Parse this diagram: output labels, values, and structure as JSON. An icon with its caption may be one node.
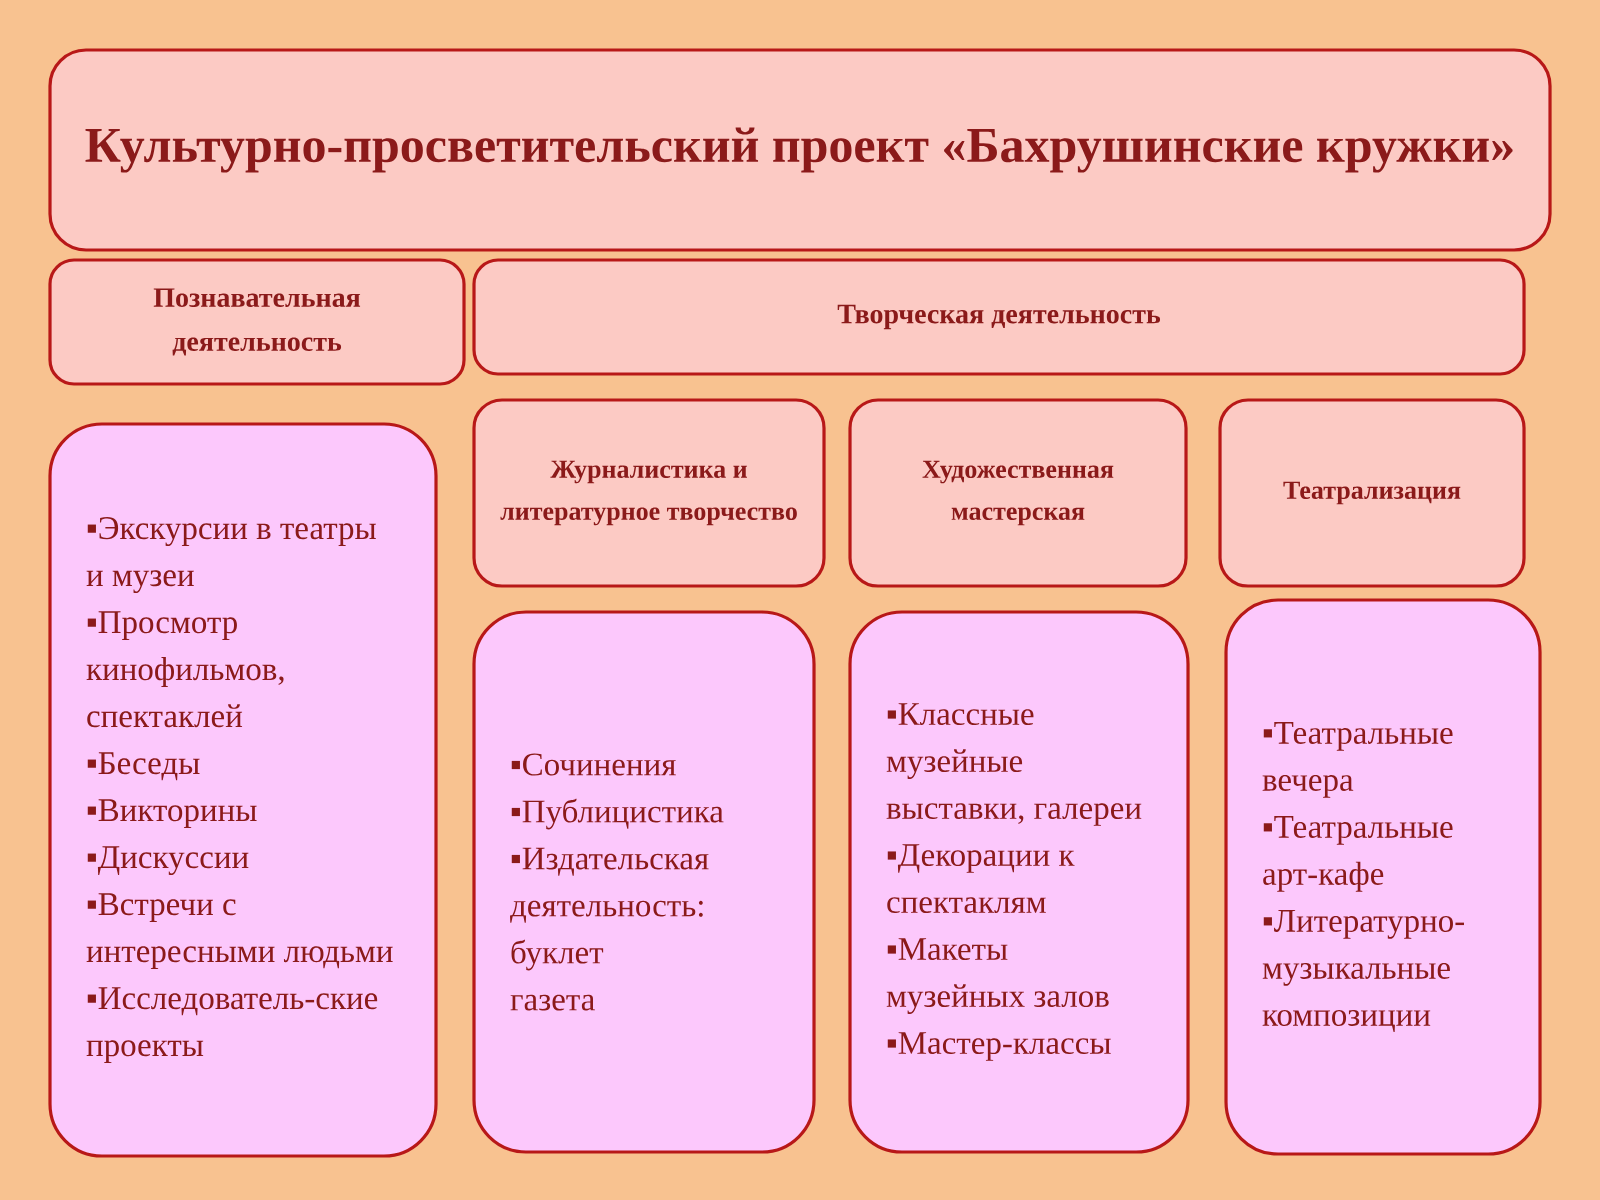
{
  "diagram": {
    "nodes": [
      {
        "text": [
          "Культурно-просветительский проект «Бахрушинские кружки»"
        ]
      },
      {
        "text": [
          "Познавательная деятельность"
        ]
      },
      {
        "text": [
          "Творческая деятельность"
        ]
      },
      {
        "text": [
          "▪Экскурсии в театры и музеи",
          "▪Просмотр кинофильмов, спектаклей",
          "▪Беседы",
          "▪Викторины",
          "▪Дискуссии",
          "▪Встречи с интересными людьми",
          "▪Исследователь-ские проекты"
        ]
      },
      {
        "text": [
          "Журналистика и литературное творчество"
        ]
      },
      {
        "text": [
          "Художественная мастерская"
        ]
      },
      {
        "text": [
          "Театрализация"
        ]
      },
      {
        "text": [
          "▪Сочинения",
          "▪Публицистика",
          "▪Издательская деятельность:",
          "буклет",
          "газета"
        ]
      },
      {
        "text": [
          "▪Классные музейные выставки, галереи",
          "▪Декорации к спектаклям",
          "▪Макеты музейных залов",
          "▪Мастер-классы"
        ]
      },
      {
        "text": [
          "▪Театральные вечера",
          "▪Театральные арт-кафе",
          "▪Литературно-музыкальные композиции"
        ]
      }
    ]
  }
}
